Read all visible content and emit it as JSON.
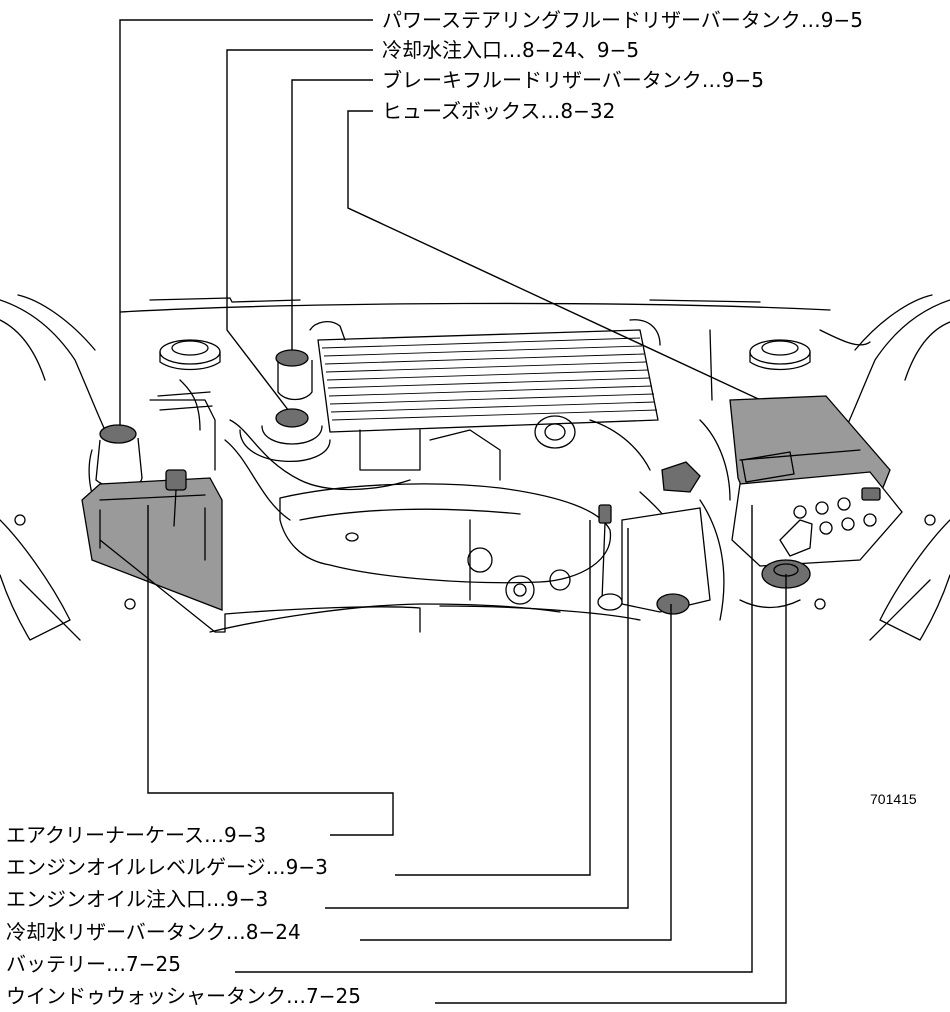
{
  "figure_code": "701415",
  "labels_top": [
    {
      "id": "ps",
      "name": "power-steering-fluid-reservoir",
      "text": "パワーステアリングフルードリザーバータンク…9−5"
    },
    {
      "id": "cw",
      "name": "coolant-filler-inlet",
      "text": "冷却水注入口…8−24、9−5"
    },
    {
      "id": "bf",
      "name": "brake-fluid-reservoir",
      "text": "ブレーキフルードリザーバータンク…9−5"
    },
    {
      "id": "fb",
      "name": "fuse-box",
      "text": "ヒューズボックス…8−32"
    }
  ],
  "labels_bottom": [
    {
      "id": "ac",
      "name": "air-cleaner-case",
      "text": "エアクリーナーケース…9−3"
    },
    {
      "id": "dip",
      "name": "engine-oil-level-gauge",
      "text": "エンジンオイルレベルゲージ…9−3"
    },
    {
      "id": "oil",
      "name": "engine-oil-filler-inlet",
      "text": "エンジンオイル注入口…9−3"
    },
    {
      "id": "res",
      "name": "coolant-reservoir-tank",
      "text": "冷却水リザーバータンク…8−24"
    },
    {
      "id": "bat",
      "name": "battery",
      "text": "バッテリー…7−25"
    },
    {
      "id": "ww",
      "name": "windshield-washer-tank",
      "text": "ウインドゥウォッシャータンク…7−25"
    }
  ]
}
